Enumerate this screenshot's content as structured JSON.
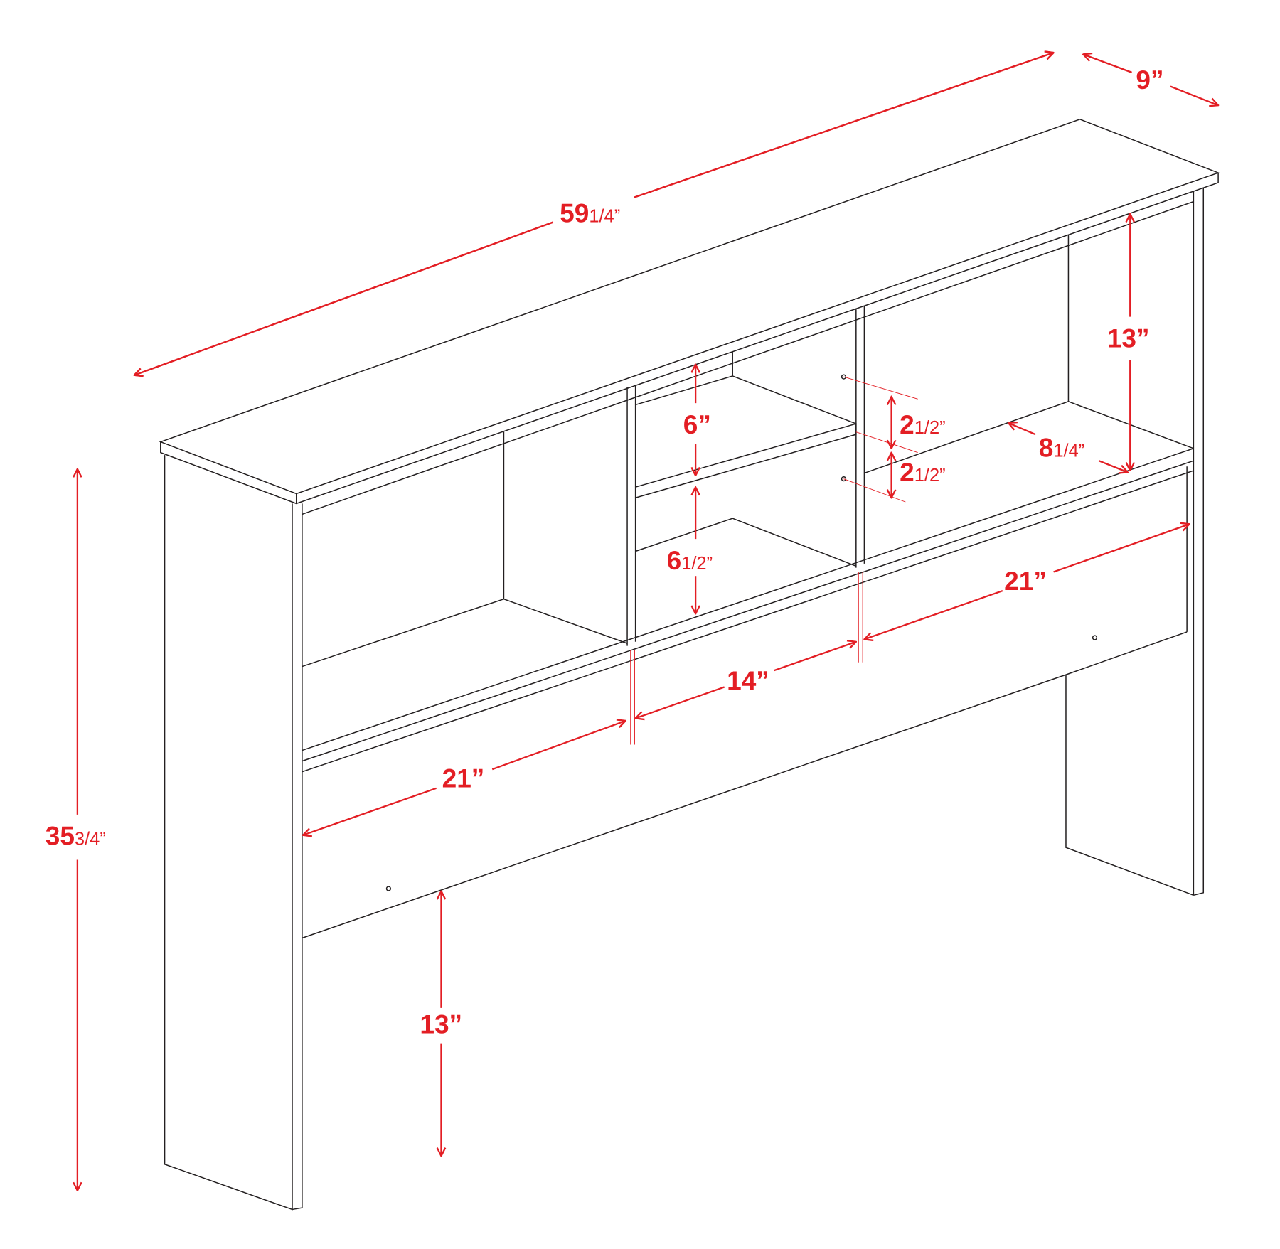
{
  "title": "Bookcase headboard dimension drawing",
  "accent_color": "#e31e24",
  "line_color": "#231f20",
  "dimensions": {
    "overall_width": {
      "main": "59",
      "frac": "1/4”"
    },
    "depth": {
      "main": "9”",
      "frac": ""
    },
    "overall_height": {
      "main": "35",
      "frac": "3/4”"
    },
    "upper_right_height": {
      "main": "13”",
      "frac": ""
    },
    "upper_right_depth": {
      "main": "8",
      "frac": "1/4”"
    },
    "middle_upper_height": {
      "main": "6”",
      "frac": ""
    },
    "middle_lower_height": {
      "main": "6",
      "frac": "1/2”"
    },
    "shelf_hole_spacing_1": {
      "main": "2",
      "frac": "1/2”"
    },
    "shelf_hole_spacing_2": {
      "main": "2",
      "frac": "1/2”"
    },
    "left_width": {
      "main": "21”",
      "frac": ""
    },
    "middle_width": {
      "main": "14”",
      "frac": ""
    },
    "right_width": {
      "main": "21”",
      "frac": ""
    },
    "leg_clearance": {
      "main": "13”",
      "frac": ""
    }
  }
}
